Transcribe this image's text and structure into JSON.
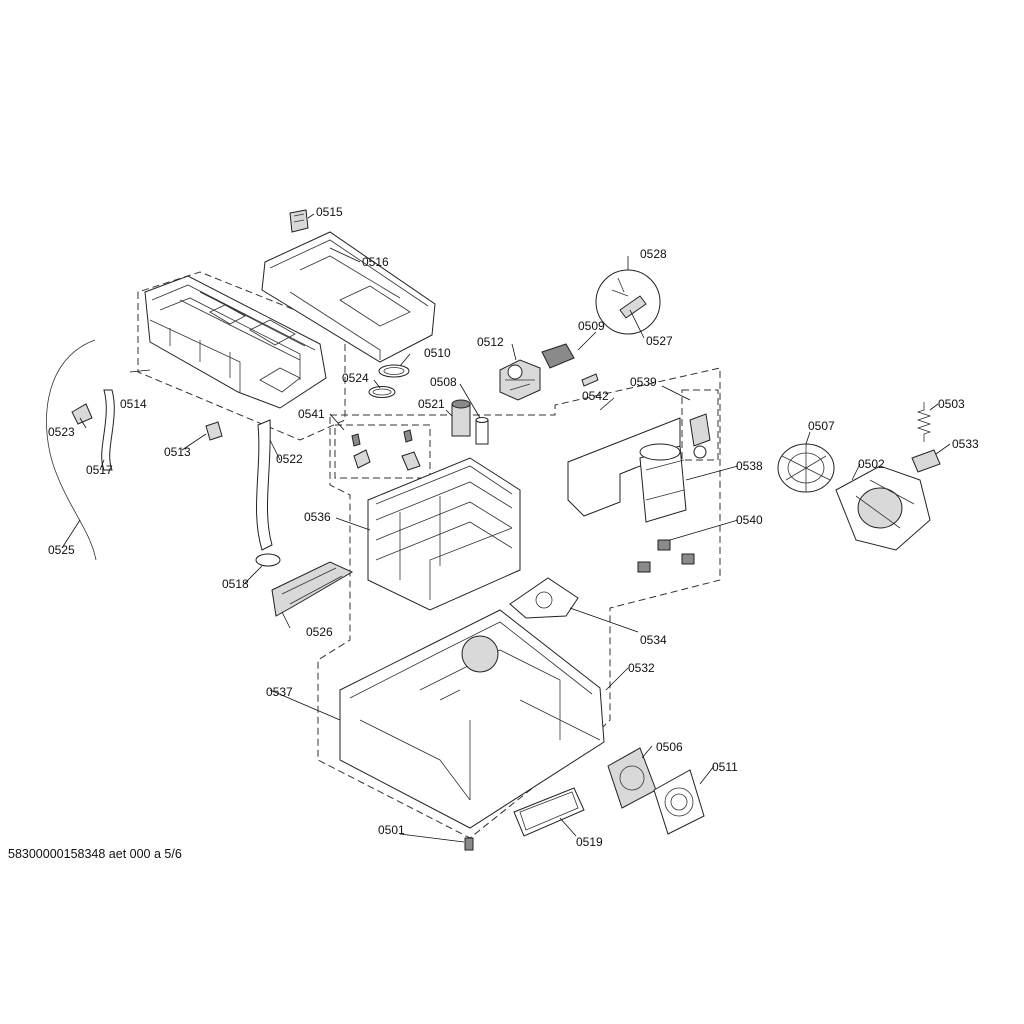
{
  "footer": {
    "document_code": "58300000158348 aet 000 a 5/6"
  },
  "callouts": [
    {
      "id": "p0515",
      "label": "0515"
    },
    {
      "id": "p0516",
      "label": "0516"
    },
    {
      "id": "p0528",
      "label": "0528"
    },
    {
      "id": "p0509",
      "label": "0509"
    },
    {
      "id": "p0527",
      "label": "0527"
    },
    {
      "id": "p0512",
      "label": "0512"
    },
    {
      "id": "p0510",
      "label": "0510"
    },
    {
      "id": "p0524",
      "label": "0524"
    },
    {
      "id": "p0508",
      "label": "0508"
    },
    {
      "id": "p0539",
      "label": "0539"
    },
    {
      "id": "p0542",
      "label": "0542"
    },
    {
      "id": "p0514",
      "label": "0514"
    },
    {
      "id": "p0521",
      "label": "0521"
    },
    {
      "id": "p0541",
      "label": "0541"
    },
    {
      "id": "p0503",
      "label": "0503"
    },
    {
      "id": "p0523",
      "label": "0523"
    },
    {
      "id": "p0507",
      "label": "0507"
    },
    {
      "id": "p0533",
      "label": "0533"
    },
    {
      "id": "p0513",
      "label": "0513"
    },
    {
      "id": "p0522",
      "label": "0522"
    },
    {
      "id": "p0502",
      "label": "0502"
    },
    {
      "id": "p0538",
      "label": "0538"
    },
    {
      "id": "p0517",
      "label": "0517"
    },
    {
      "id": "p0536",
      "label": "0536"
    },
    {
      "id": "p0540",
      "label": "0540"
    },
    {
      "id": "p0525",
      "label": "0525"
    },
    {
      "id": "p0518",
      "label": "0518"
    },
    {
      "id": "p0526",
      "label": "0526"
    },
    {
      "id": "p0534",
      "label": "0534"
    },
    {
      "id": "p0532",
      "label": "0532"
    },
    {
      "id": "p0537",
      "label": "0537"
    },
    {
      "id": "p0506",
      "label": "0506"
    },
    {
      "id": "p0511",
      "label": "0511"
    },
    {
      "id": "p0501",
      "label": "0501"
    },
    {
      "id": "p0519",
      "label": "0519"
    }
  ]
}
